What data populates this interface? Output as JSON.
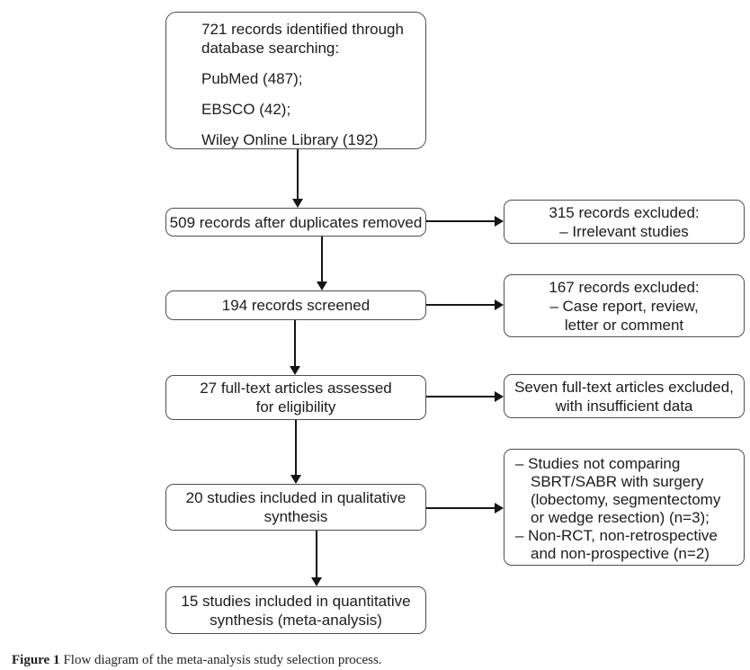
{
  "boxes": {
    "identification": {
      "line1": "721 records identified through",
      "line2": "database searching:",
      "source1": "PubMed (487);",
      "source2": "EBSCO (42);",
      "source3": "Wiley Online Library (192)"
    },
    "duplicates": {
      "line1": "509 records after duplicates removed"
    },
    "screened": {
      "line1": "194 records screened"
    },
    "fulltext": {
      "line1": "27 full-text articles assessed",
      "line2": "for eligibility"
    },
    "qualitative": {
      "line1": "20 studies included in qualitative",
      "line2": "synthesis"
    },
    "quantitative": {
      "line1": "15 studies included in quantitative",
      "line2": "synthesis (meta-analysis)"
    }
  },
  "exclusions": {
    "records": {
      "line1": "315 records excluded:",
      "line2": "– Irrelevant studies"
    },
    "screening": {
      "line1": "167 records excluded:",
      "line2": "– Case report, review,",
      "line3": "letter or comment"
    },
    "fulltext": {
      "line1": "Seven full-text articles excluded,",
      "line2": "with insufficient data"
    },
    "qualitative": {
      "b1l1": "– Studies not comparing",
      "b1l2": "SBRT/SABR with surgery",
      "b1l3": "(lobectomy, segmentectomy",
      "b1l4": "or wedge resection) (n=3);",
      "b2l1": "– Non-RCT, non-retrospective",
      "b2l2": "and non-prospective (n=2)"
    }
  },
  "caption": {
    "label": "Figure 1",
    "text": "Flow diagram of the meta-analysis study selection process."
  },
  "colors": {
    "background": "#ffffff",
    "box_border": "#4f4f4f",
    "text": "#1c1c1c",
    "arrow": "#151515"
  }
}
